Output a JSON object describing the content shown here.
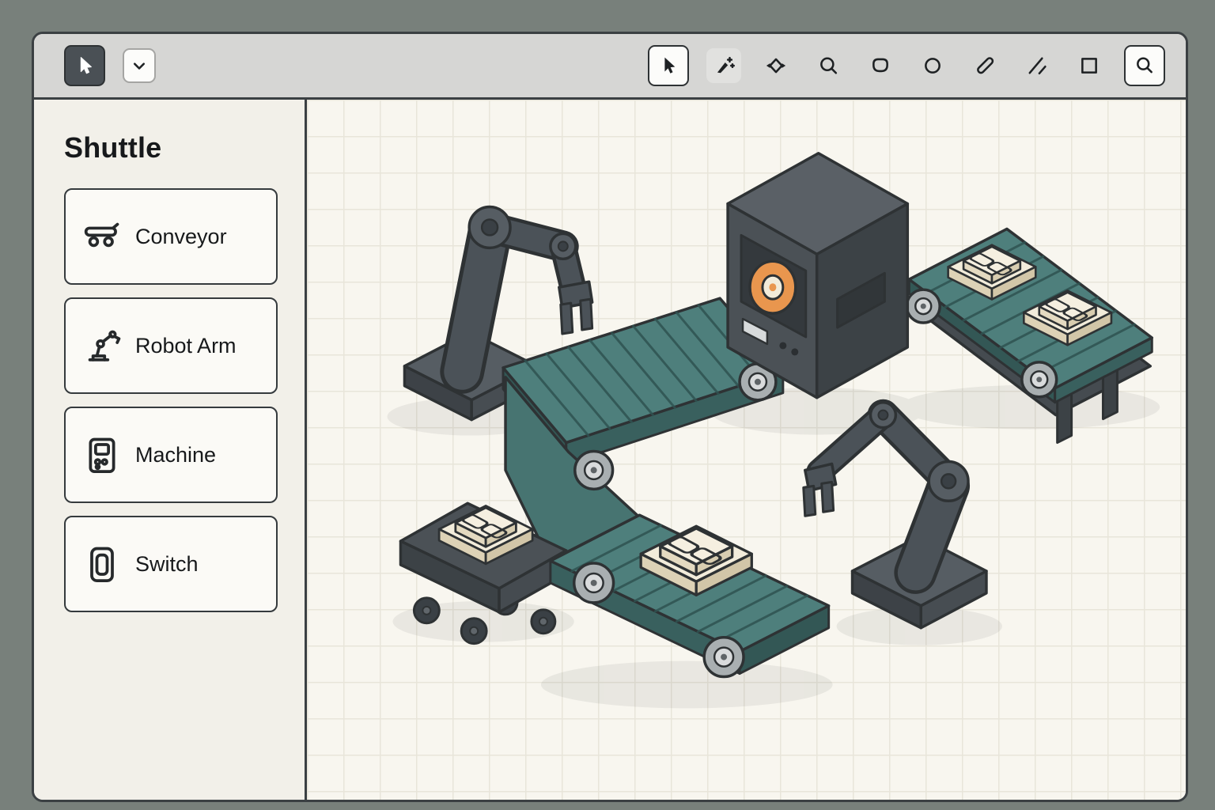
{
  "app": {
    "background": "#78807b",
    "window_border": "#3b4043"
  },
  "toolbar": {
    "left_tools": [
      {
        "id": "select",
        "icon": "cursor-icon",
        "selected": true
      },
      {
        "id": "tool-options",
        "icon": "chevron-down-icon",
        "selected": false
      }
    ],
    "right_tools": [
      {
        "id": "pointer",
        "icon": "cursor-icon",
        "selected": true
      },
      {
        "id": "brush",
        "icon": "brush-sparkle-icon",
        "selected": false
      },
      {
        "id": "vector",
        "icon": "prism-handles-icon",
        "selected": false
      },
      {
        "id": "loupe",
        "icon": "loupe-icon",
        "selected": false
      },
      {
        "id": "rounded-shape",
        "icon": "rounded-shape-icon",
        "selected": false
      },
      {
        "id": "ellipse",
        "icon": "circle-icon",
        "selected": false
      },
      {
        "id": "pencil",
        "icon": "pencil-icon",
        "selected": false
      },
      {
        "id": "line",
        "icon": "line-icon",
        "selected": false
      },
      {
        "id": "rectangle",
        "icon": "square-icon",
        "selected": false
      },
      {
        "id": "search",
        "icon": "magnifier-icon",
        "selected": false
      }
    ]
  },
  "sidebar": {
    "title": "Shuttle",
    "items": [
      {
        "label": "Conveyor",
        "icon": "conveyor-icon"
      },
      {
        "label": "Robot Arm",
        "icon": "robot-arm-icon"
      },
      {
        "label": "Machine",
        "icon": "machine-icon"
      },
      {
        "label": "Switch",
        "icon": "switch-icon"
      }
    ]
  },
  "canvas": {
    "type": "isometric-factory-diagram",
    "grid": true,
    "objects": [
      "robot-arm-left",
      "conveyor-right",
      "conveyor-center",
      "machine",
      "shuttle-cart",
      "conveyor-bottom",
      "robot-arm-right",
      "pallet-1",
      "pallet-2",
      "pallet-3",
      "pallet-4"
    ],
    "colors": {
      "belt": "#4e7f7c",
      "belt_side": "#39605e",
      "machine_gray": "#4b5156",
      "arm_gray": "#4b5258",
      "pallet_cream": "#f2ecdb",
      "accent_orange": "#e9964e",
      "outline": "#2e3234",
      "canvas_bg": "#f8f6ef",
      "grid_line": "#e8e5da"
    }
  }
}
